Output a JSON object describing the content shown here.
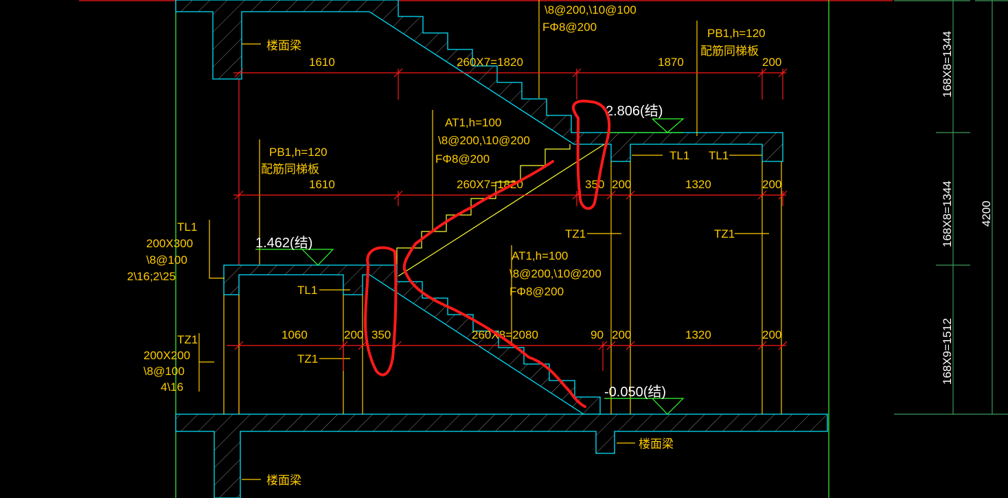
{
  "drawing": {
    "top_rebar": {
      "line1": "\\8@200,\\10@100",
      "line2": "FΦ8@200"
    },
    "floor_beam_labels": [
      "楼面梁",
      "楼面梁",
      "楼面梁"
    ],
    "upper_dims": {
      "d1": "1610",
      "d2": "260X7=1820",
      "d3": "1870",
      "d4": "200"
    },
    "upper_pb": {
      "title": "PB1,h=120",
      "note": "配筋同梯板"
    },
    "elev_upper": "2.806(结)",
    "middle_at": {
      "title": "AT1,h=100",
      "rebar": "\\8@200,\\10@200",
      "dist": "FΦ8@200"
    },
    "middle_pb": {
      "title": "PB1,h=120",
      "note": "配筋同梯板"
    },
    "middle_dims": {
      "d1": "1610",
      "d2": "260X7=1820",
      "d3": "350",
      "d4": "200",
      "d5": "1320",
      "d6": "200"
    },
    "tl_labels": {
      "upper_left": "TL1",
      "upper_right": "TL1",
      "lower": "TL1"
    },
    "tz_labels": {
      "mid_left": "TZ1",
      "mid_right": "TZ1",
      "lower": "TZ1"
    },
    "tl1_spec": {
      "title": "TL1",
      "size": "200X300",
      "stirrup": "\\8@100",
      "bars": "2\\16;2\\25"
    },
    "elev_mid": "1.462(结)",
    "lower_at": {
      "title": "AT1,h=100",
      "rebar": "\\8@200,\\10@200",
      "dist": "FΦ8@200"
    },
    "lower_dims": {
      "d1": "1060",
      "d2": "200",
      "d3": "350",
      "d4": "260X8=2080",
      "d5": "90",
      "d6": "200",
      "d7": "1320",
      "d8": "200"
    },
    "tz1_spec": {
      "title": "TZ1",
      "size": "200X200",
      "stirrup": "\\8@100",
      "bars": "4\\16"
    },
    "elev_low": "-0.050(结)",
    "vertical_dims": {
      "top": "168X8=1344",
      "middle": "168X8=1344",
      "bottom": "168X9=1512",
      "total": "4200"
    }
  }
}
